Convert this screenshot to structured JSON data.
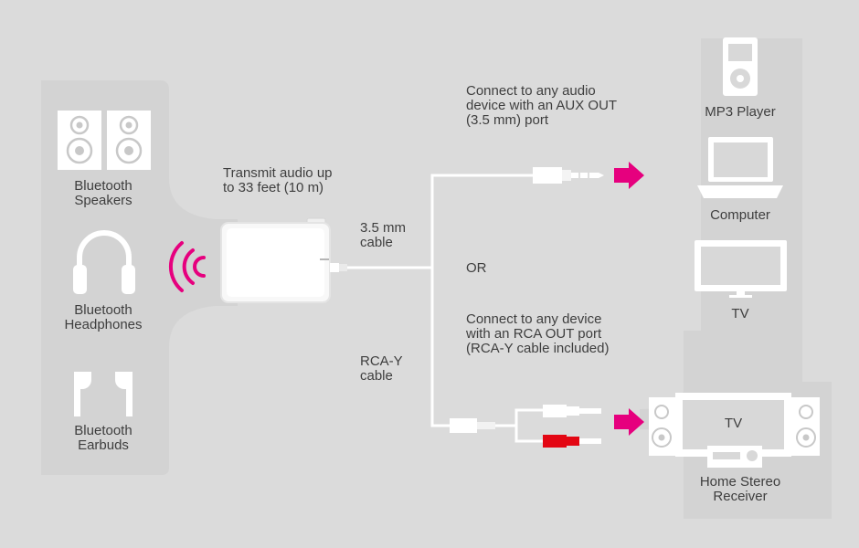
{
  "colors": {
    "background": "#dbdbdb",
    "panel": "#d3d3d3",
    "device_white": "#ffffff",
    "accent_magenta": "#e6007e",
    "rca_red": "#e30613",
    "text": "#3e3e3e"
  },
  "left_devices": {
    "speakers": {
      "line1": "Bluetooth",
      "line2": "Speakers",
      "icon": "speakers-icon"
    },
    "headphones": {
      "line1": "Bluetooth",
      "line2": "Headphones",
      "icon": "headphones-icon"
    },
    "earbuds": {
      "line1": "Bluetooth",
      "line2": "Earbuds",
      "icon": "earbuds-icon"
    }
  },
  "transmitter": {
    "range_line1": "Transmit audio up",
    "range_line2": "to 33 feet (10 m)",
    "signal_icon": "wireless-signal-icon"
  },
  "cables": {
    "aux_line1": "3.5 mm",
    "aux_line2": "cable",
    "rca_line1": "RCA-Y",
    "rca_line2": "cable",
    "or_label": "OR"
  },
  "aux_connection": {
    "line1": "Connect to any audio",
    "line2": "device with an AUX OUT",
    "line3": "(3.5 mm) port"
  },
  "rca_connection": {
    "line1": "Connect to any device",
    "line2": "with an RCA OUT port",
    "line3": "(RCA-Y cable included)"
  },
  "right_devices": {
    "mp3": {
      "label": "MP3 Player",
      "icon": "mp3-player-icon"
    },
    "computer": {
      "label": "Computer",
      "icon": "laptop-icon"
    },
    "tv": {
      "label": "TV",
      "icon": "tv-icon"
    },
    "stereo": {
      "screen_label": "TV",
      "line1": "Home Stereo",
      "line2": "Receiver",
      "icon": "home-stereo-icon"
    }
  }
}
